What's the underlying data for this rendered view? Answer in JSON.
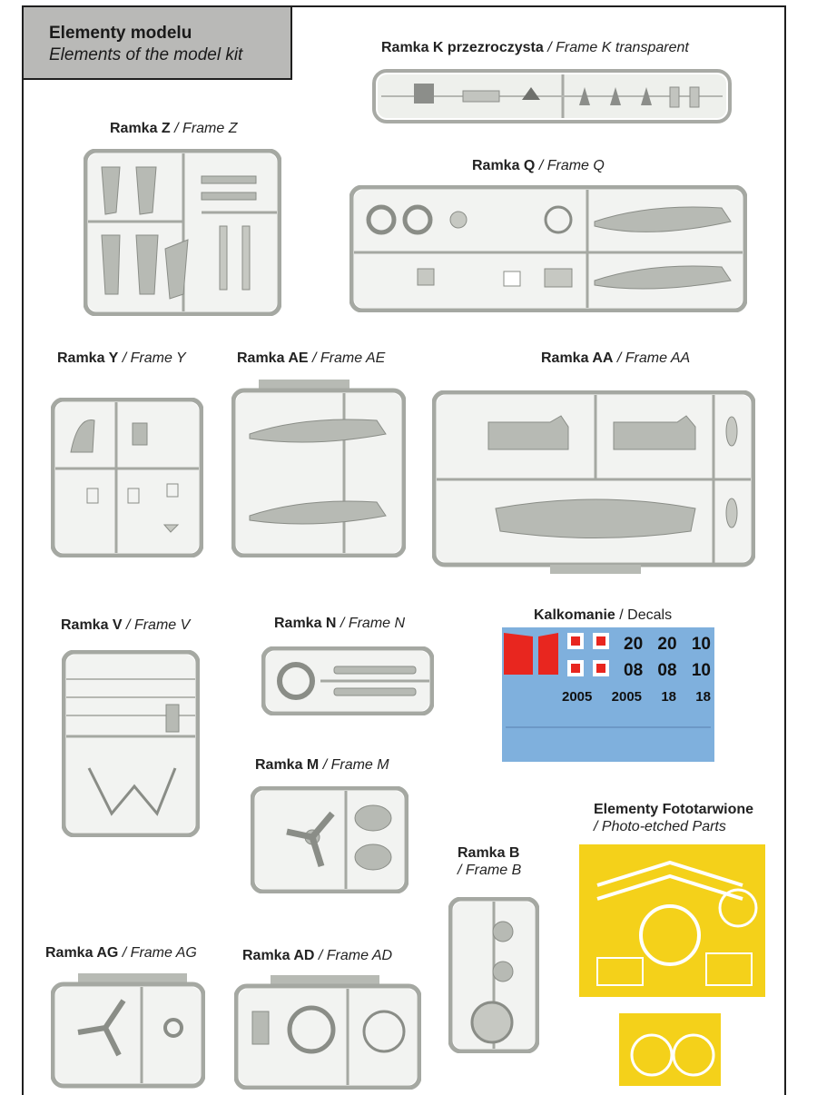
{
  "header": {
    "title_pl": "Elementy modelu",
    "title_en": "Elements of the model kit"
  },
  "frames": {
    "k": {
      "pl": "Ramka K przezroczysta",
      "sep": " / ",
      "en": "Frame K transparent"
    },
    "z": {
      "pl": "Ramka Z",
      "sep": " / ",
      "en": "Frame Z"
    },
    "q": {
      "pl": "Ramka Q",
      "sep": " / ",
      "en": "Frame Q"
    },
    "y": {
      "pl": "Ramka Y",
      "sep": " / ",
      "en": "Frame Y"
    },
    "ae": {
      "pl": "Ramka AE",
      "sep": " / ",
      "en": "Frame AE"
    },
    "aa": {
      "pl": "Ramka AA",
      "sep": " / ",
      "en": "Frame AA"
    },
    "v": {
      "pl": "Ramka V",
      "sep": " / ",
      "en": "Frame V"
    },
    "n": {
      "pl": "Ramka N",
      "sep": " / ",
      "en": "Frame N"
    },
    "m": {
      "pl": "Ramka M",
      "sep": " / ",
      "en": "Frame M"
    },
    "b": {
      "pl": "Ramka B",
      "sep": "/ ",
      "en": "Frame B"
    },
    "ag": {
      "pl": "Ramka AG",
      "sep": " / ",
      "en": "Frame AG"
    },
    "ad": {
      "pl": "Ramka AD",
      "sep": " / ",
      "en": "Frame AD"
    }
  },
  "decals": {
    "pl": "Kalkomanie",
    "sep": " / ",
    "en": "Decals",
    "numbers_row1": [
      "20",
      "20",
      "10"
    ],
    "numbers_row2": [
      "08",
      "08",
      "10"
    ],
    "numbers_row3": [
      "2005",
      "2005",
      "18",
      "18"
    ],
    "colors": {
      "background": "#7fb0dd",
      "red": "#e8261f",
      "black": "#111111"
    }
  },
  "photo_etched": {
    "pl": "Elementy Fototarwione",
    "en": "/ Photo-etched Parts",
    "color": "#f4d11a"
  },
  "colors": {
    "sprue": "#c9ccc6",
    "sprue_outline": "#9a9d97",
    "header_bg": "#b9b9b7"
  }
}
